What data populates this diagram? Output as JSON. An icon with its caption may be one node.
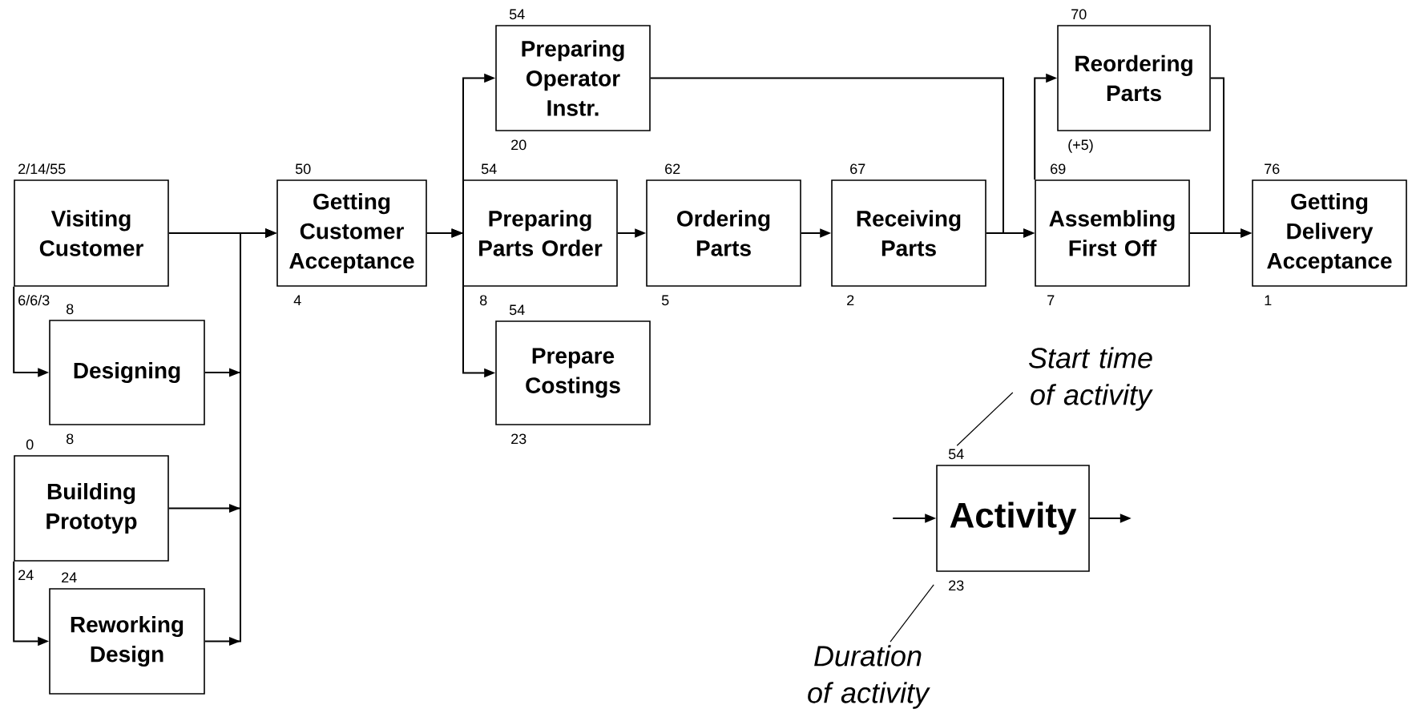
{
  "diagram": {
    "nodes": [
      {
        "text": [
          "Visiting Customer"
        ],
        "beside": [
          "2/14/55",
          "6/6/3"
        ]
      },
      {
        "text": [
          "Designing"
        ],
        "beside": [
          "8",
          "8"
        ]
      },
      {
        "text": [
          "Building Prototyp"
        ],
        "beside": [
          "0",
          "24"
        ]
      },
      {
        "text": [
          "Reworking Design"
        ],
        "beside": [
          "24"
        ]
      },
      {
        "text": [
          "Getting Customer Acceptance"
        ],
        "beside": [
          "50",
          "4"
        ]
      },
      {
        "text": [
          "Preparing Operator Instr."
        ],
        "beside": [
          "54",
          "20"
        ]
      },
      {
        "text": [
          "Preparing Parts Order"
        ],
        "beside": [
          "54",
          "8"
        ]
      },
      {
        "text": [
          "Prepare Costings"
        ],
        "beside": [
          "54",
          "23"
        ]
      },
      {
        "text": [
          "Ordering Parts"
        ],
        "beside": [
          "62",
          "5"
        ]
      },
      {
        "text": [
          "Receiving Parts"
        ],
        "beside": [
          "67",
          "2"
        ]
      },
      {
        "text": [
          "Reordering Parts"
        ],
        "beside": [
          "70",
          "(+5)"
        ]
      },
      {
        "text": [
          "Assembling First Off"
        ],
        "beside": [
          "69",
          "7"
        ]
      },
      {
        "text": [
          "Getting Delivery Acceptance"
        ],
        "beside": [
          "76",
          "1"
        ]
      },
      {
        "text": [
          "Activity"
        ],
        "beside": [
          "54",
          "23"
        ]
      },
      {
        "text": [
          "Start time of activity"
        ]
      },
      {
        "text": [
          "Duration of activity"
        ]
      }
    ],
    "edges": [
      {
        "from": 0,
        "to": 4,
        "arrow": "to"
      },
      {
        "from": 0,
        "to": 1,
        "arrow": "to"
      },
      {
        "from": 1,
        "to": 4,
        "arrow": "to"
      },
      {
        "from": 2,
        "to": 4,
        "arrow": "to"
      },
      {
        "from": 2,
        "to": 3,
        "arrow": "to"
      },
      {
        "from": 3,
        "to": 4,
        "arrow": "to"
      },
      {
        "from": 4,
        "to": 6,
        "arrow": "to"
      },
      {
        "from": 4,
        "to": 5,
        "arrow": "to"
      },
      {
        "from": 4,
        "to": 7,
        "arrow": "to"
      },
      {
        "from": 6,
        "to": 8,
        "arrow": "to"
      },
      {
        "from": 8,
        "to": 9,
        "arrow": "to"
      },
      {
        "from": 5,
        "to": 11,
        "arrow": "to"
      },
      {
        "from": 9,
        "to": 11,
        "arrow": "to"
      },
      {
        "from": 11,
        "to": 10,
        "arrow": "to"
      },
      {
        "from": 10,
        "to": 12,
        "arrow": "to"
      },
      {
        "from": 11,
        "to": 12,
        "arrow": "to"
      },
      {
        "from": null,
        "to": 13,
        "arrow": "to"
      },
      {
        "from": 13,
        "to": null,
        "arrow": "to"
      },
      {
        "from": 14,
        "to": 13,
        "arrow": "none"
      },
      {
        "from": 15,
        "to": 13,
        "arrow": "none"
      }
    ]
  }
}
